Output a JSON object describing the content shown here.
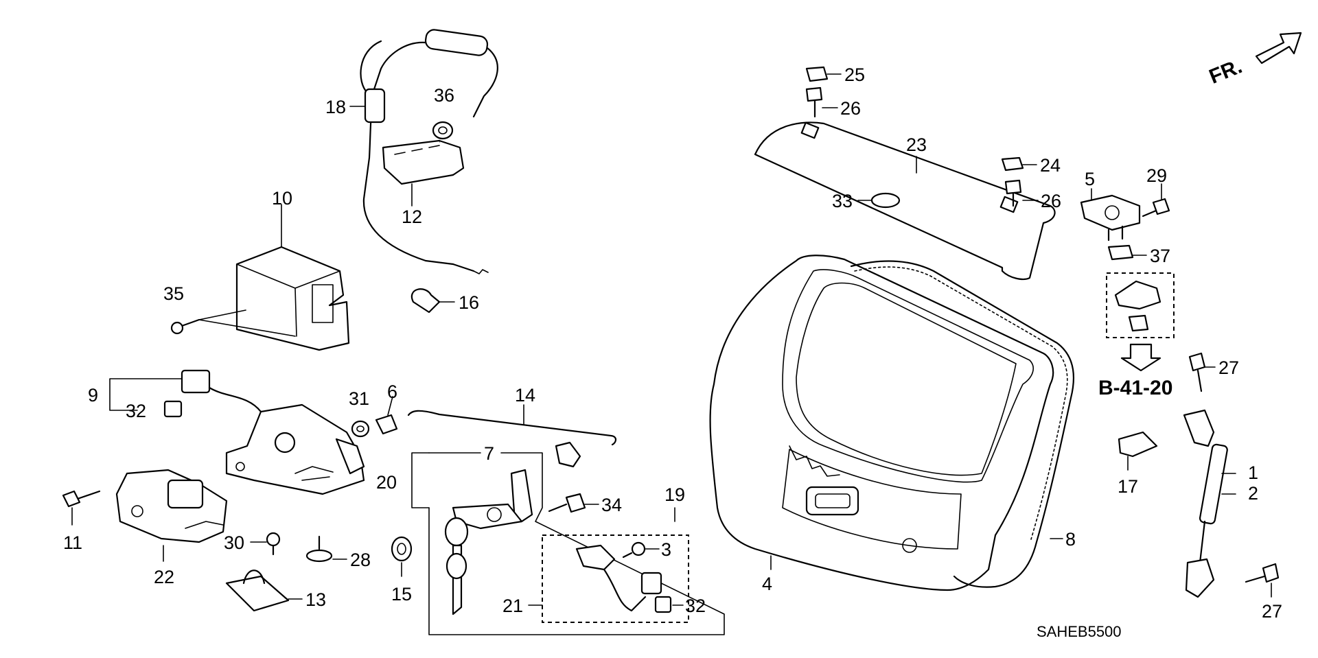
{
  "diagram": {
    "part_labels": {
      "p1": "1",
      "p2": "2",
      "p3": "3",
      "p4": "4",
      "p5": "5",
      "p6": "6",
      "p7": "7",
      "p8": "8",
      "p9": "9",
      "p10": "10",
      "p11": "11",
      "p12": "12",
      "p13": "13",
      "p14": "14",
      "p15": "15",
      "p16": "16",
      "p17": "17",
      "p18": "18",
      "p19": "19",
      "p20": "20",
      "p21": "21",
      "p22": "22",
      "p23": "23",
      "p24": "24",
      "p25": "25",
      "p26a": "26",
      "p26b": "26",
      "p27a": "27",
      "p27b": "27",
      "p28": "28",
      "p29": "29",
      "p30": "30",
      "p31": "31",
      "p32a": "32",
      "p32b": "32",
      "p33": "33",
      "p34": "34",
      "p35": "35",
      "p36": "36",
      "p37": "37"
    },
    "reference_label": "B-41-20",
    "direction_label": "FR.",
    "drawing_code": "SAHEB5500"
  }
}
